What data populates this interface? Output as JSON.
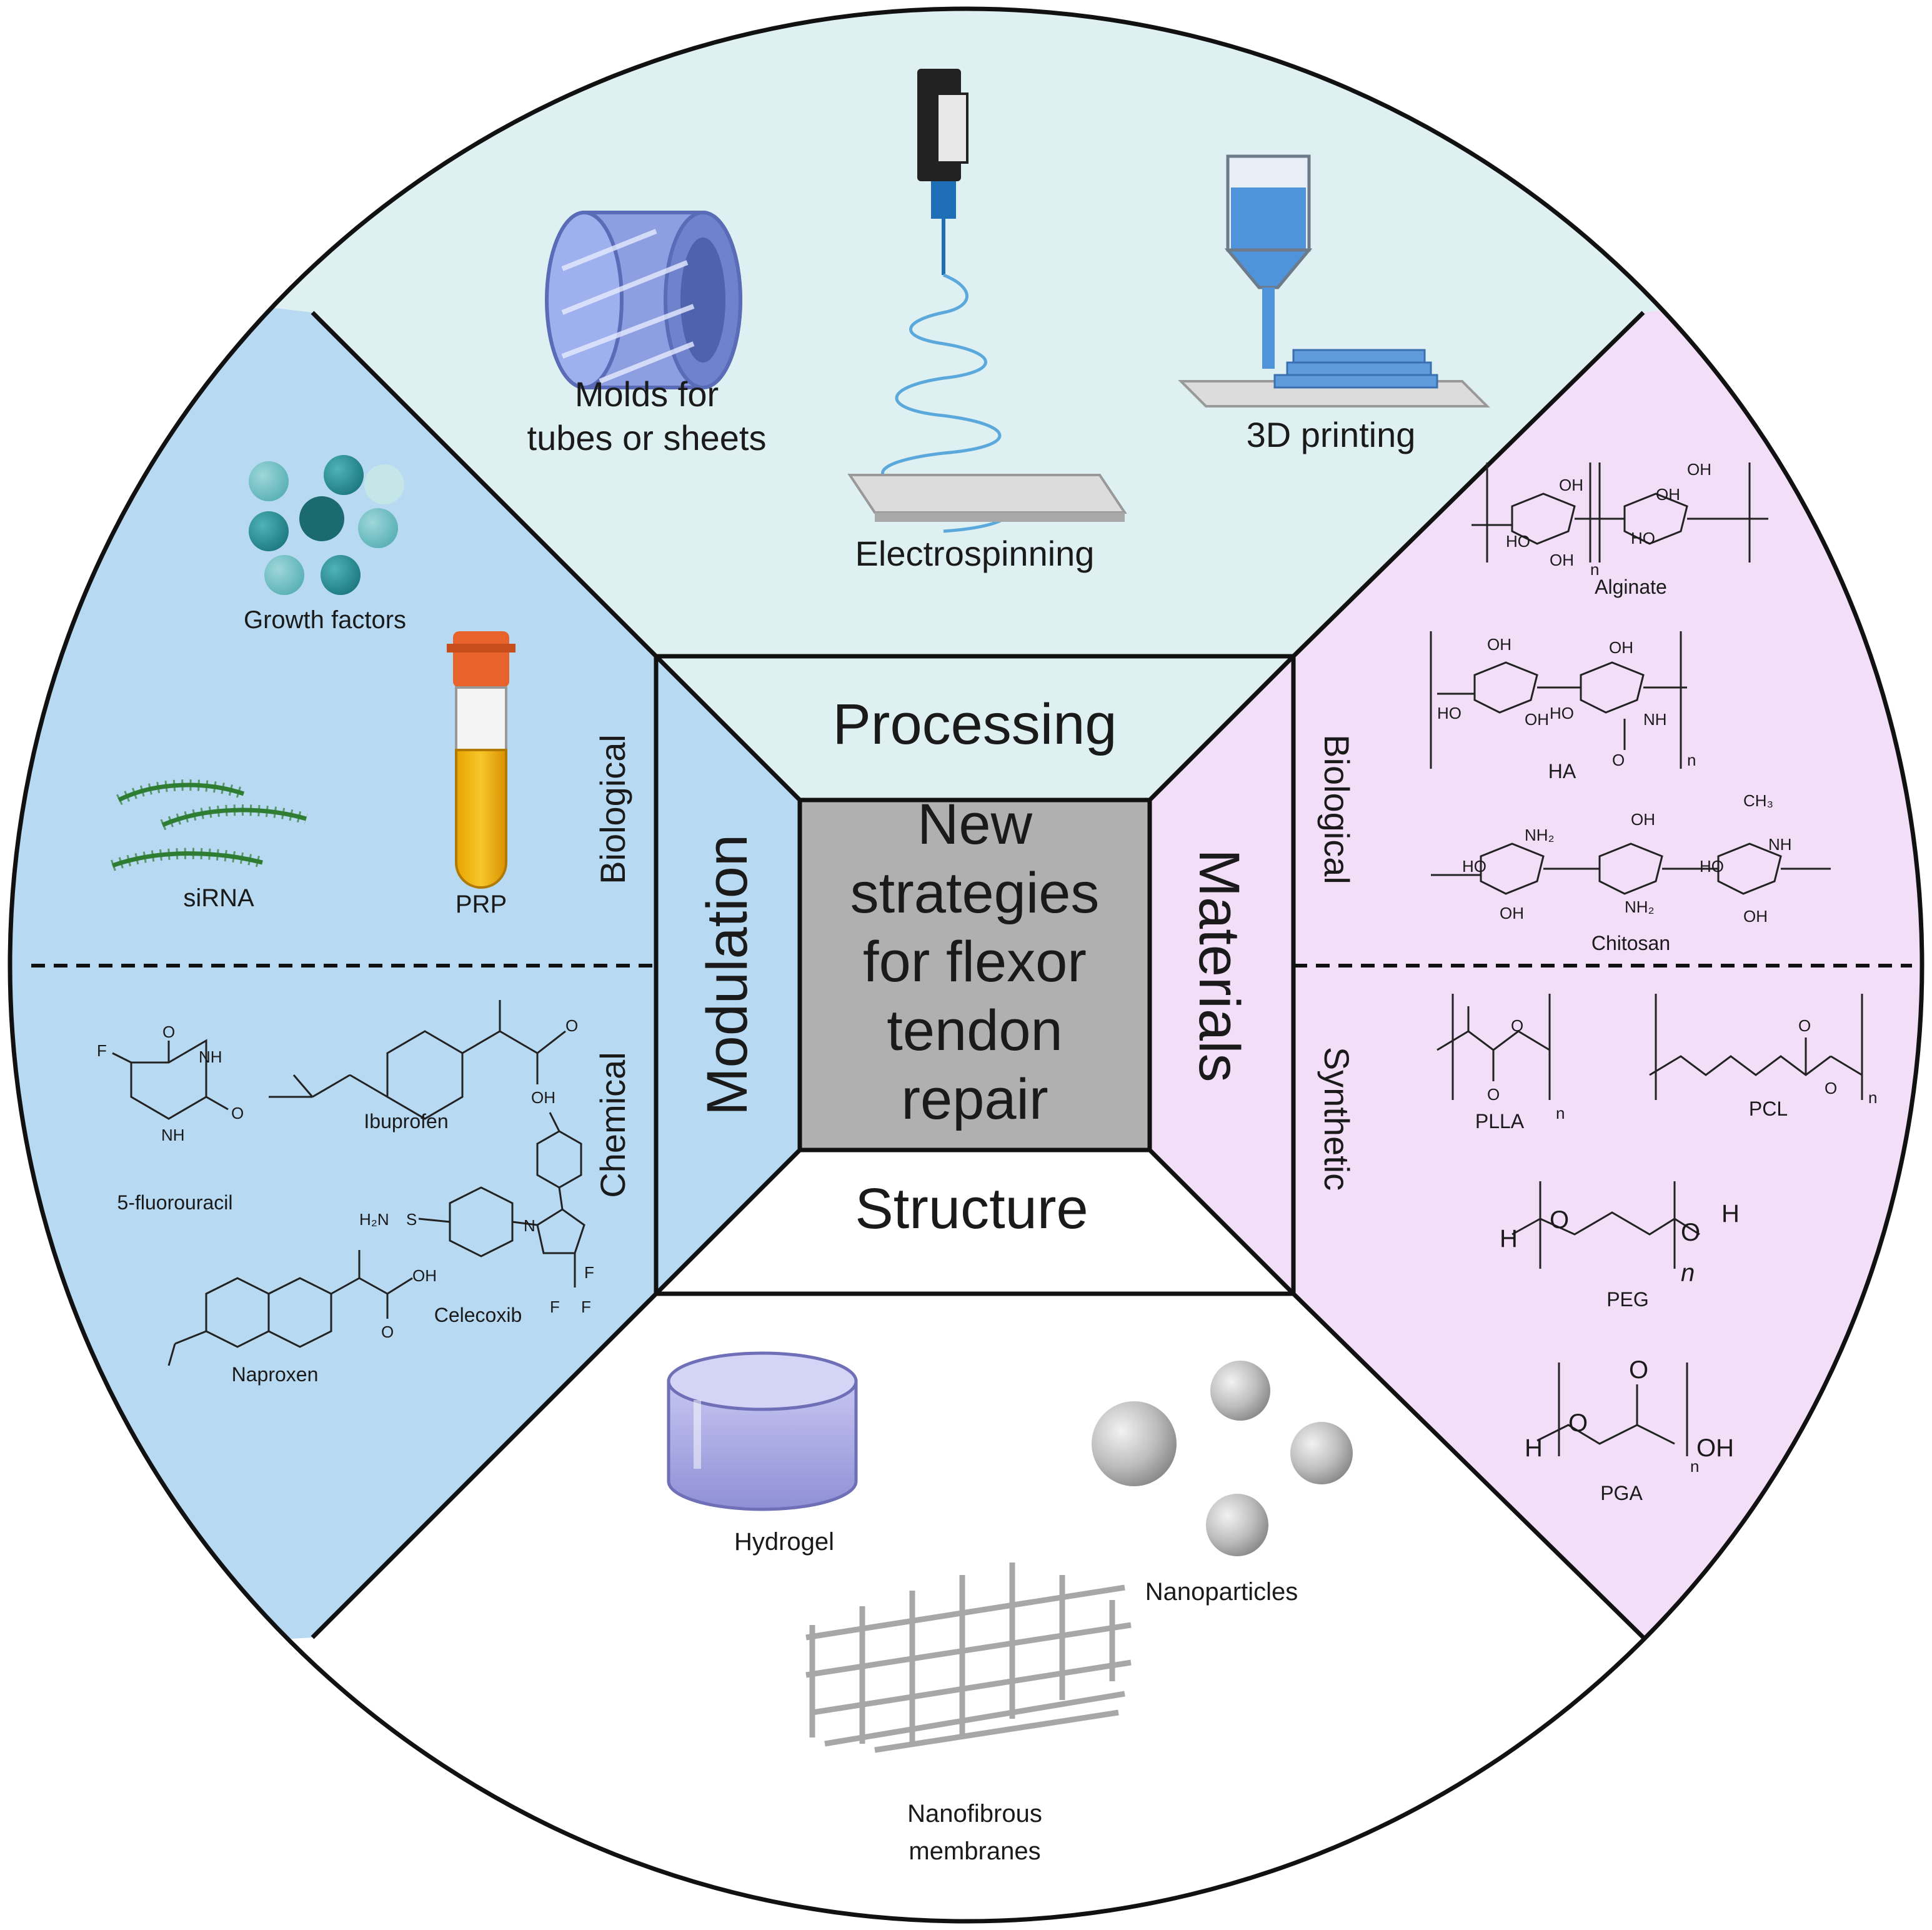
{
  "center": {
    "lines": [
      "New",
      "strategies",
      "for flexor",
      "tendon",
      "repair"
    ]
  },
  "sections": {
    "processing": {
      "title": "Processing",
      "items": {
        "molds": [
          "Molds for",
          "tubes or sheets"
        ],
        "electrospinning": "Electrospinning",
        "printing": "3D printing"
      }
    },
    "materials": {
      "title": "Materials",
      "biological_label": "Biological",
      "synthetic_label": "Synthetic",
      "biological": [
        "Alginate",
        "HA",
        "Chitosan"
      ],
      "synthetic": [
        "PLLA",
        "PCL",
        "PEG",
        "PGA"
      ]
    },
    "structure": {
      "title": "Structure",
      "items": {
        "hydrogel": "Hydrogel",
        "nanoparticles": "Nanoparticles",
        "nanofibrous": [
          "Nanofibrous",
          "membranes"
        ]
      }
    },
    "modulation": {
      "title": "Modulation",
      "biological_label": "Biological",
      "chemical_label": "Chemical",
      "biological": [
        "Growth factors",
        "siRNA",
        "PRP"
      ],
      "chemical": [
        "Ibuprofen",
        "5-fluorouracil",
        "Celecoxib",
        "Naproxen"
      ]
    }
  },
  "chem_text": {
    "oh": "OH",
    "ho": "HO",
    "nh": "NH",
    "nh2": "NH₂",
    "ch3": "CH₃",
    "o": "O",
    "h": "H",
    "n": "N",
    "f": "F",
    "sub_n": "n",
    "h2n": "H₂N",
    "s": "S"
  },
  "colors": {
    "processing": "#dff0f2",
    "materials": "#f3def7",
    "structure": "#ffffff",
    "modulation": "#b7d9f1",
    "center": "#b0b0b0",
    "outline": "#111111"
  }
}
